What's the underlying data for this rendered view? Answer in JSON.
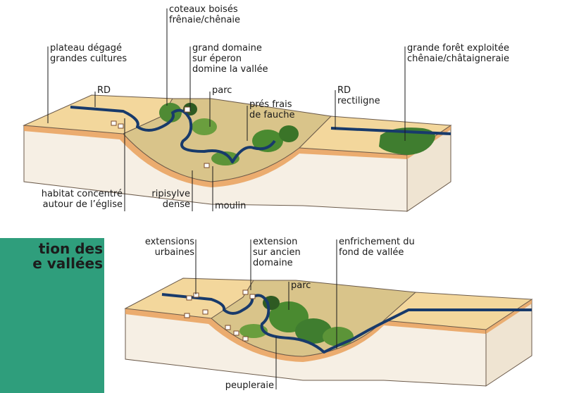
{
  "colors": {
    "panel": "#2f9e7c",
    "plateau": "#f2d9a0",
    "soil": "#f5ecdf",
    "river": "#183a6b",
    "forest": "#3d7a2e"
  },
  "panel": {
    "line1": "tion des",
    "line2": "e vallées"
  },
  "top_labels": {
    "coteaux": [
      "coteaux boisés",
      "frênaie/chênaie"
    ],
    "plateau": [
      "plateau dégagé",
      "grandes cultures"
    ],
    "domaine": [
      "grand domaine",
      "sur éperon",
      "domine la vallée"
    ],
    "foret": [
      "grande forêt exploitée",
      "chênaie/châtaigneraie"
    ],
    "rd_left": "RD",
    "parc": "parc",
    "pres": [
      "prés frais",
      "de fauche"
    ],
    "rd_right": [
      "RD",
      "rectiligne"
    ],
    "habitat": [
      "habitat concentré",
      "autour de l’église"
    ],
    "ripisylve": [
      "ripisylve",
      "dense"
    ],
    "moulin": "moulin"
  },
  "bottom_labels": {
    "extensions": [
      "extensions",
      "urbaines"
    ],
    "extension": [
      "extension",
      "sur ancien",
      "domaine"
    ],
    "enfrichement": [
      "enfrichement du",
      "fond de vallée"
    ],
    "parc": "parc",
    "peupleraie": "peupleraie"
  }
}
